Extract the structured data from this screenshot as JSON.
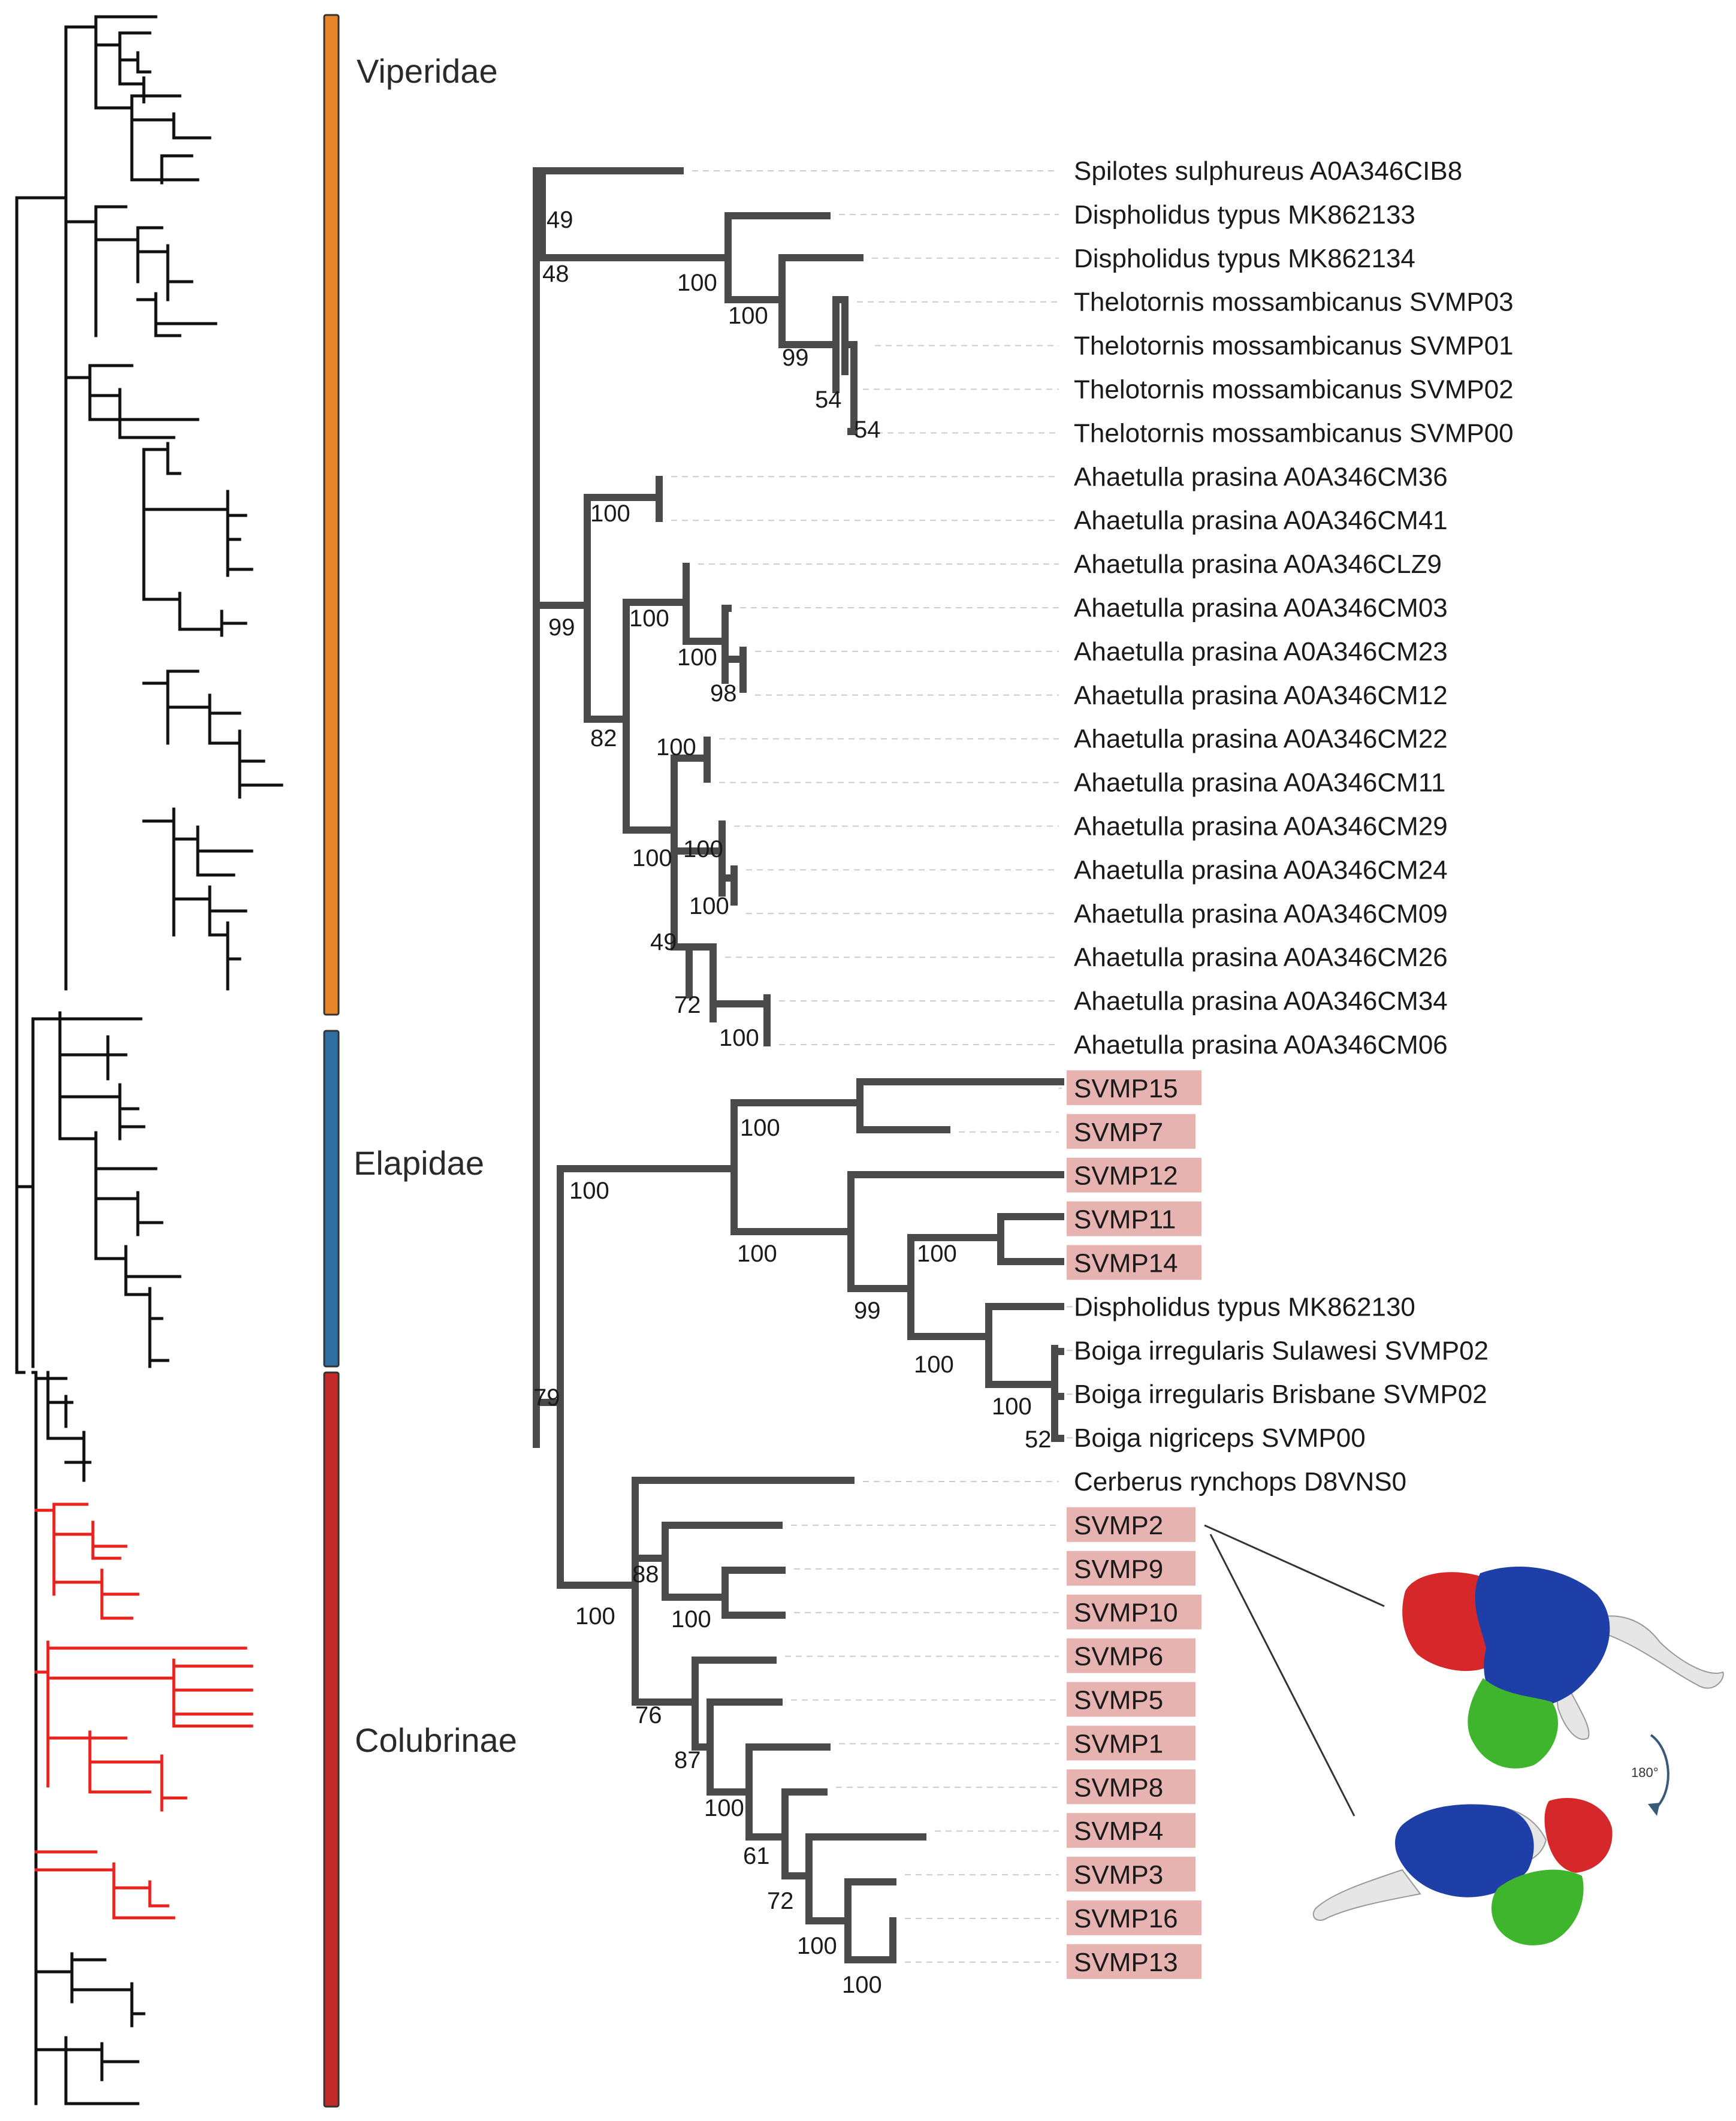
{
  "families": [
    {
      "label": "Viperidae",
      "color": "#e8852a"
    },
    {
      "label": "Elapidae",
      "color": "#2f6fa3"
    },
    {
      "label": "Colubrinae",
      "color": "#c22a2a"
    }
  ],
  "tips": [
    {
      "label": "Spilotes sulphureus A0A346CIB8",
      "highlight": false
    },
    {
      "label": "Dispholidus typus MK862133",
      "highlight": false
    },
    {
      "label": "Dispholidus typus MK862134",
      "highlight": false
    },
    {
      "label": "Thelotornis mossambicanus SVMP03",
      "highlight": false
    },
    {
      "label": "Thelotornis mossambicanus SVMP01",
      "highlight": false
    },
    {
      "label": "Thelotornis mossambicanus SVMP02",
      "highlight": false
    },
    {
      "label": "Thelotornis mossambicanus SVMP00",
      "highlight": false
    },
    {
      "label": "Ahaetulla prasina A0A346CM36",
      "highlight": false
    },
    {
      "label": "Ahaetulla prasina A0A346CM41",
      "highlight": false
    },
    {
      "label": "Ahaetulla prasina A0A346CLZ9",
      "highlight": false
    },
    {
      "label": "Ahaetulla prasina A0A346CM03",
      "highlight": false
    },
    {
      "label": "Ahaetulla prasina A0A346CM23",
      "highlight": false
    },
    {
      "label": "Ahaetulla prasina A0A346CM12",
      "highlight": false
    },
    {
      "label": "Ahaetulla prasina A0A346CM22",
      "highlight": false
    },
    {
      "label": "Ahaetulla prasina A0A346CM11",
      "highlight": false
    },
    {
      "label": "Ahaetulla prasina A0A346CM29",
      "highlight": false
    },
    {
      "label": "Ahaetulla prasina A0A346CM24",
      "highlight": false
    },
    {
      "label": "Ahaetulla prasina A0A346CM09",
      "highlight": false
    },
    {
      "label": "Ahaetulla prasina A0A346CM26",
      "highlight": false
    },
    {
      "label": "Ahaetulla prasina A0A346CM34",
      "highlight": false
    },
    {
      "label": "Ahaetulla prasina A0A346CM06",
      "highlight": false
    },
    {
      "label": "SVMP15",
      "highlight": true
    },
    {
      "label": "SVMP7",
      "highlight": true
    },
    {
      "label": "SVMP12",
      "highlight": true
    },
    {
      "label": "SVMP11",
      "highlight": true
    },
    {
      "label": "SVMP14",
      "highlight": true
    },
    {
      "label": "Dispholidus typus MK862130",
      "highlight": false
    },
    {
      "label": "Boiga irregularis Sulawesi SVMP02",
      "highlight": false
    },
    {
      "label": "Boiga irregularis Brisbane SVMP02",
      "highlight": false
    },
    {
      "label": "Boiga nigriceps SVMP00",
      "highlight": false
    },
    {
      "label": "Cerberus rynchops D8VNS0",
      "highlight": false
    },
    {
      "label": "SVMP2",
      "highlight": true
    },
    {
      "label": "SVMP9",
      "highlight": true
    },
    {
      "label": "SVMP10",
      "highlight": true
    },
    {
      "label": "SVMP6",
      "highlight": true
    },
    {
      "label": "SVMP5",
      "highlight": true
    },
    {
      "label": "SVMP1",
      "highlight": true
    },
    {
      "label": "SVMP8",
      "highlight": true
    },
    {
      "label": "SVMP4",
      "highlight": true
    },
    {
      "label": "SVMP3",
      "highlight": true
    },
    {
      "label": "SVMP16",
      "highlight": true
    },
    {
      "label": "SVMP13",
      "highlight": true
    }
  ],
  "support_values": [
    "49",
    "48",
    "100",
    "100",
    "99",
    "54",
    "54",
    "100",
    "99",
    "100",
    "100",
    "98",
    "82",
    "100",
    "100",
    "100",
    "100",
    "49",
    "72",
    "100",
    "100",
    "100",
    "100",
    "100",
    "99",
    "100",
    "100",
    "52",
    "79",
    "88",
    "100",
    "100",
    "76",
    "87",
    "100",
    "61",
    "72",
    "100",
    "100"
  ],
  "rotation_label": "180°",
  "colors": {
    "branch": "#4a4a4a",
    "small_tree": "#111111",
    "small_tree_highlight": "#e8231f",
    "highlight_bg": "#e7b3b0",
    "guide": "#cccccc",
    "protein_red": "#d6282a",
    "protein_blue": "#1f3fa8",
    "protein_green": "#3fb52e",
    "protein_white": "#e6e6e6"
  }
}
